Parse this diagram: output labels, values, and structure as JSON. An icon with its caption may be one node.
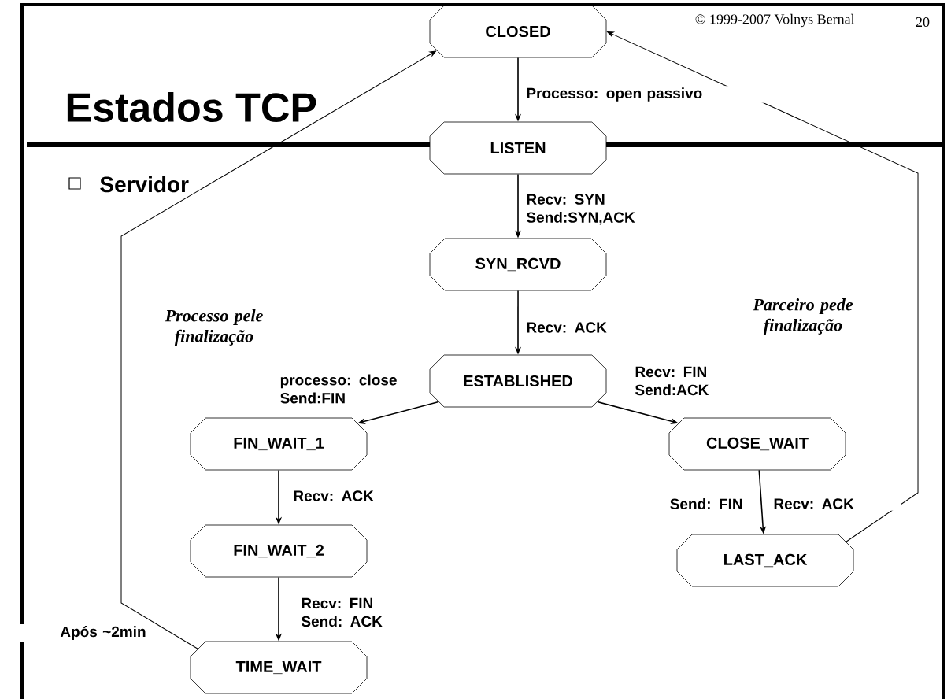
{
  "diagram": {
    "title": "Estados TCP",
    "nodes": [
      {
        "text": [
          "CLOSED"
        ]
      },
      {
        "text": [
          "LISTEN"
        ]
      },
      {
        "text": [
          "SYN_RCVD"
        ]
      },
      {
        "text": [
          "ESTABLISHED"
        ]
      },
      {
        "text": [
          "FIN_WAIT_1"
        ]
      },
      {
        "text": [
          "CLOSE_WAIT"
        ]
      },
      {
        "text": [
          "FIN_WAIT_2"
        ]
      },
      {
        "text": [
          "LAST_ACK"
        ]
      },
      {
        "text": [
          "TIME_WAIT"
        ]
      }
    ],
    "edges": [
      {
        "from": 0,
        "to": 1,
        "arrow": "to",
        "label": "Processo: open passivo"
      },
      {
        "from": 1,
        "to": 2,
        "arrow": "to",
        "label": "Recv: SYN Send:SYN,ACK"
      },
      {
        "from": 2,
        "to": 3,
        "arrow": "to",
        "label": "Recv: ACK"
      },
      {
        "from": 3,
        "to": 4,
        "arrow": "to",
        "label": "processo: close Send:FIN"
      },
      {
        "from": 3,
        "to": 5,
        "arrow": "to",
        "label": "Recv: FIN Send:ACK"
      },
      {
        "from": 4,
        "to": 6,
        "arrow": "to",
        "label": "Recv: ACK"
      },
      {
        "from": 6,
        "to": 8,
        "arrow": "to",
        "label": "Recv: FIN Send: ACK"
      },
      {
        "from": 5,
        "to": 7,
        "arrow": "to",
        "label": "Send: FIN"
      },
      {
        "from": 7,
        "to": 0,
        "arrow": "to",
        "label": "Recv: ACK"
      },
      {
        "from": 8,
        "to": 0,
        "arrow": "to",
        "label": "Após ~2min"
      }
    ],
    "labels": [
      "© 1999-2007 Volnys Bernal",
      "20",
      "Servidor",
      "Processo pele finalização",
      "Parceiro pede finalização"
    ]
  }
}
